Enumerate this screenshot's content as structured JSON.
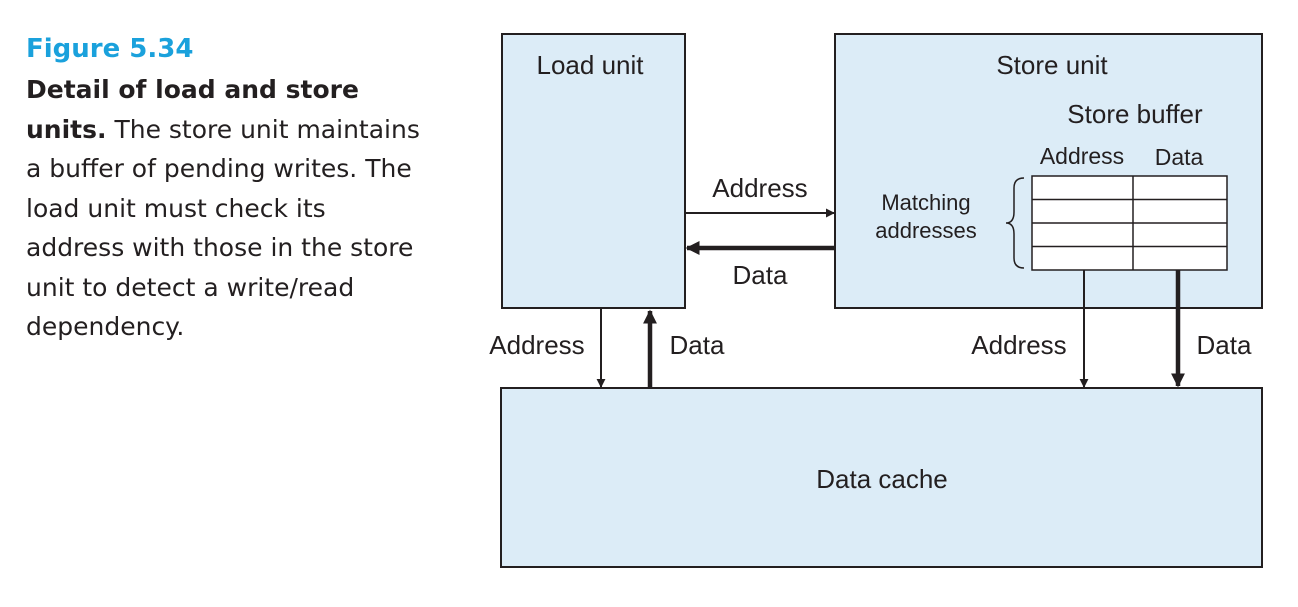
{
  "caption": {
    "figure_label": "Figure 5.34",
    "title_bold": "Detail of load and store units.",
    "body": " The store unit maintains a buffer of pending writes. The load unit must check its address with those in the store unit to detect a write/read dependency."
  },
  "diagram": {
    "load_unit": "Load unit",
    "store_unit": "Store unit",
    "store_buffer": "Store buffer",
    "buffer_col_address": "Address",
    "buffer_col_data": "Data",
    "matching_line1": "Matching",
    "matching_line2": "addresses",
    "load_to_store_address": "Address",
    "store_to_load_data": "Data",
    "load_to_cache_address": "Address",
    "cache_to_load_data": "Data",
    "store_to_cache_address": "Address",
    "store_to_cache_data": "Data",
    "data_cache": "Data cache"
  },
  "colors": {
    "box_fill": "#dcecf7",
    "stroke": "#231f20",
    "figure_label": "#1aa1dc"
  }
}
